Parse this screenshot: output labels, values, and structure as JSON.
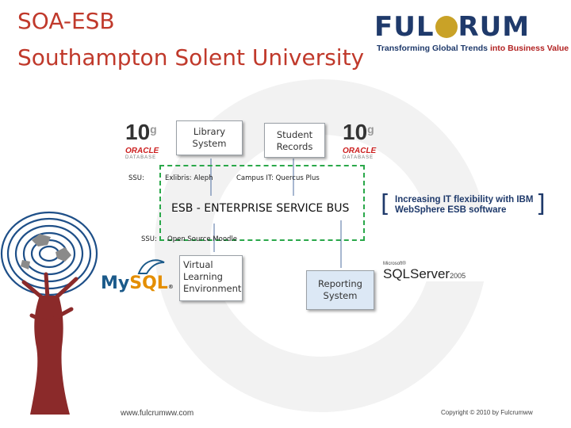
{
  "title": {
    "line1": "SOA-ESB",
    "line2": "Southampton Solent University"
  },
  "logo": {
    "brand_left": "FUL",
    "brand_right": "RUM",
    "tagline_a": "Transforming Global Trends ",
    "tagline_b": "into Business Value"
  },
  "oracle": {
    "number": "10",
    "letter": "g",
    "word": "ORACLE",
    "sub": "DATABASE"
  },
  "boxes": {
    "library": "Library System",
    "student": "Student Records",
    "vle": "Virtual Learning Environment",
    "reporting": "Reporting System"
  },
  "labels": {
    "ssu_top": "SSU:",
    "exlibris": "Exlibris: Aleph",
    "campus": "Campus IT: Quercus Plus",
    "esb": "ESB - ENTERPRISE SERVICE BUS",
    "ssu_bottom": "SSU:",
    "moodle": "Open Source Moodle"
  },
  "ibm": {
    "bracket_open": "[",
    "bracket_close": "]",
    "line1": "Increasing IT flexibility with IBM",
    "line2": "WebSphere ESB software"
  },
  "mysql": {
    "my": "My",
    "sql": "SQL",
    "reg": "®"
  },
  "sqlserver": {
    "ms": "Microsoft®",
    "name": "SQLServer",
    "year": "2005"
  },
  "footer": {
    "url": "www.fulcrumww.com",
    "copyright": "Copyright © 2010 by Fulcrumww"
  },
  "colors": {
    "title": "#c0392b",
    "brand": "#1f3a6b",
    "esb_border": "#2aa84a",
    "box_blue": "#dce8f5"
  }
}
